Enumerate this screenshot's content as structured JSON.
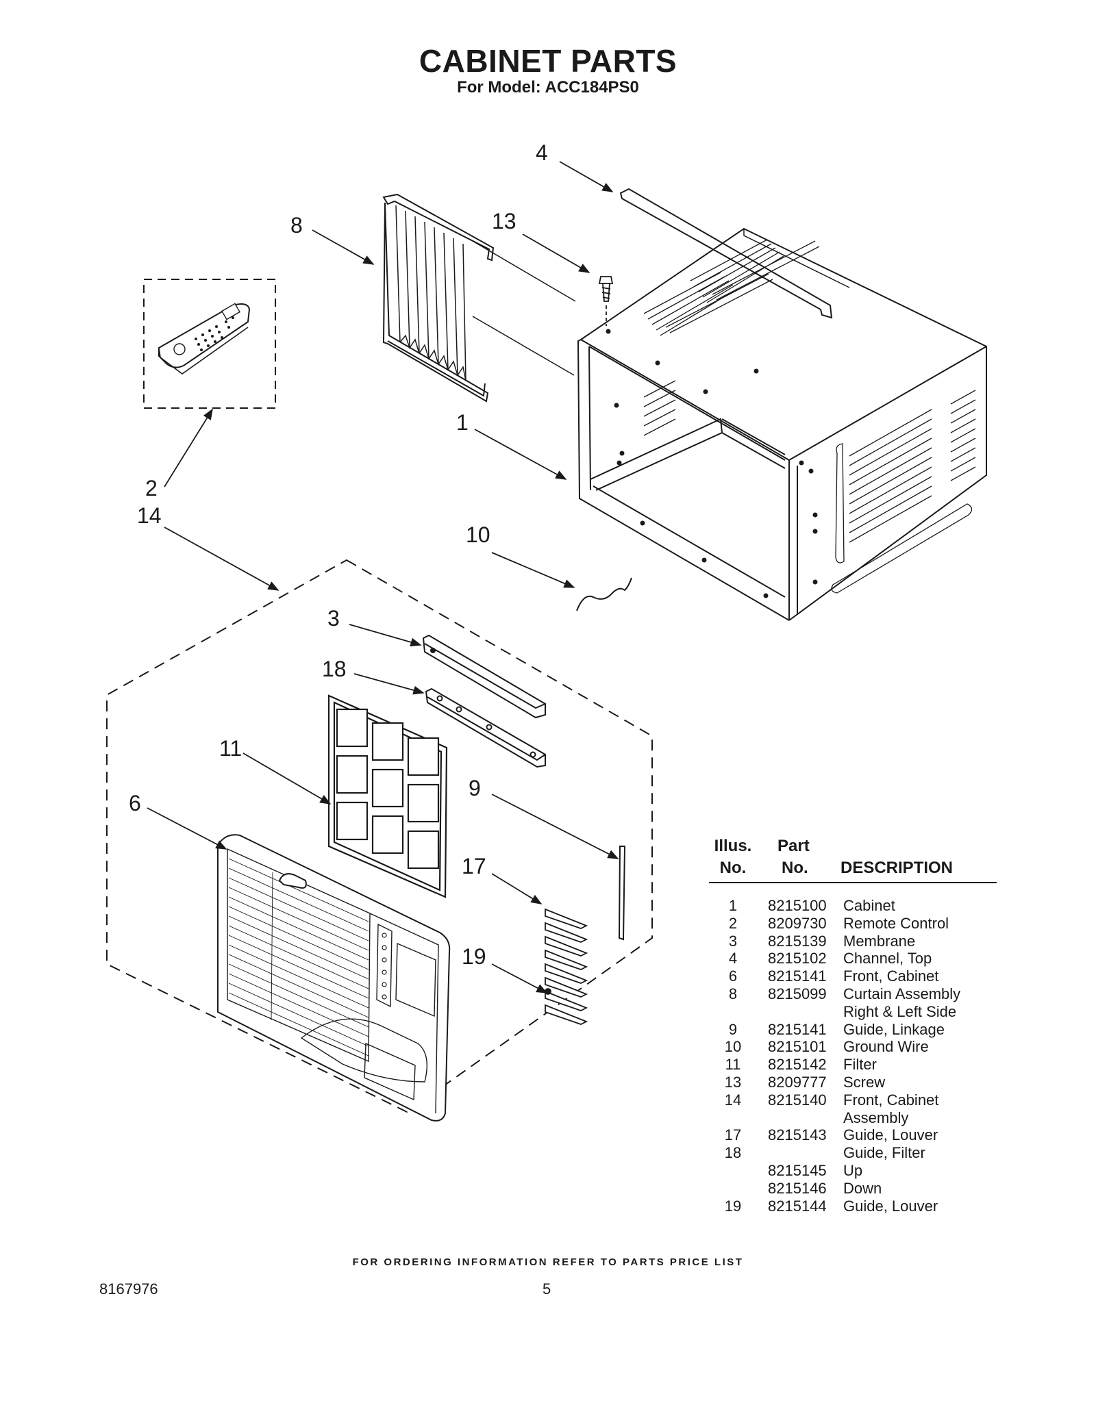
{
  "title": "CABINET PARTS",
  "subtitle": "For Model: ACC184PS0",
  "callouts": {
    "c1": "1",
    "c2": "2",
    "c3": "3",
    "c4": "4",
    "c6": "6",
    "c8": "8",
    "c9": "9",
    "c10": "10",
    "c11": "11",
    "c13": "13",
    "c14": "14",
    "c17": "17",
    "c18": "18",
    "c19": "19"
  },
  "table": {
    "header": {
      "illus": [
        "Illus.",
        "No."
      ],
      "part": [
        "Part",
        "No."
      ],
      "description": "DESCRIPTION"
    },
    "rows": [
      {
        "illus": "1",
        "part": "8215100",
        "description": "Cabinet"
      },
      {
        "illus": "2",
        "part": "8209730",
        "description": "Remote Control"
      },
      {
        "illus": "3",
        "part": "8215139",
        "description": "Membrane"
      },
      {
        "illus": "4",
        "part": "8215102",
        "description": "Channel, Top"
      },
      {
        "illus": "6",
        "part": "8215141",
        "description": "Front, Cabinet"
      },
      {
        "illus": "8",
        "part": "8215099",
        "description": "Curtain Assembly"
      },
      {
        "illus": "",
        "part": "",
        "description": "Right & Left Side"
      },
      {
        "illus": "9",
        "part": "8215141",
        "description": "Guide, Linkage"
      },
      {
        "illus": "10",
        "part": "8215101",
        "description": "Ground Wire"
      },
      {
        "illus": "11",
        "part": "8215142",
        "description": "Filter"
      },
      {
        "illus": "13",
        "part": "8209777",
        "description": "Screw"
      },
      {
        "illus": "14",
        "part": "8215140",
        "description": "Front, Cabinet"
      },
      {
        "illus": "",
        "part": "",
        "description": "Assembly"
      },
      {
        "illus": "17",
        "part": "8215143",
        "description": "Guide, Louver"
      },
      {
        "illus": "18",
        "part": "",
        "description": "Guide, Filter"
      },
      {
        "illus": "",
        "part": "8215145",
        "description": "Up"
      },
      {
        "illus": "",
        "part": "8215146",
        "description": "Down"
      },
      {
        "illus": "19",
        "part": "8215144",
        "description": "Guide, Louver"
      }
    ]
  },
  "footer": {
    "ordering_note": "FOR ORDERING INFORMATION REFER TO PARTS PRICE LIST",
    "document_number": "8167976",
    "page_number": "5"
  }
}
